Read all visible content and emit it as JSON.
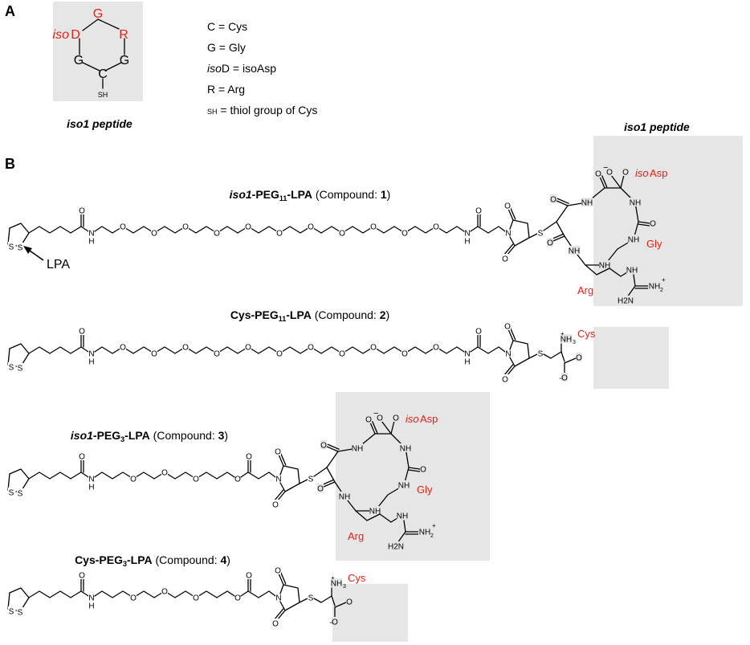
{
  "panel_a": {
    "letter": "A",
    "ring": {
      "top": "G",
      "upper_left_prefix": "iso",
      "upper_left": "D",
      "upper_right": "R",
      "lower_left": "G",
      "lower_right": "G",
      "bottom": "C",
      "sh": "SH"
    },
    "caption_italic": "iso1 peptide",
    "legend": [
      {
        "prefix": "",
        "text": "C = Cys"
      },
      {
        "prefix": "",
        "text": "G = Gly"
      },
      {
        "prefix": "iso",
        "text": "D = isoAsp"
      },
      {
        "prefix": "",
        "text": "R = Arg"
      },
      {
        "prefix": "SH",
        "text": " = thiol group of Cys"
      }
    ]
  },
  "panel_b": {
    "letter": "B",
    "iso1_header": "iso1 peptide",
    "lpa_label": "LPA",
    "compounds": [
      {
        "italic": "iso1",
        "bold": "-PEG",
        "sub": "11",
        "bold2": "-LPA",
        "rest": " (Compound: ",
        "num": "1",
        "close": ")"
      },
      {
        "italic": "",
        "bold": "Cys-PEG",
        "sub": "11",
        "bold2": "-LPA",
        "rest": " (Compound: ",
        "num": "2",
        "close": ")"
      },
      {
        "italic": "iso1",
        "bold": "-PEG",
        "sub": "3",
        "bold2": "-LPA",
        "rest": " (Compound: ",
        "num": "3",
        "close": ")"
      },
      {
        "italic": "",
        "bold": "Cys-PEG",
        "sub": "3",
        "bold2": "-LPA",
        "rest": " (Compound: ",
        "num": "4",
        "close": ")"
      }
    ],
    "residues": {
      "iso_prefix": "iso",
      "asp": "Asp",
      "gly": "Gly",
      "arg": "Arg",
      "cys": "Cys"
    },
    "atoms": {
      "S": "S",
      "H": "H",
      "N": "N",
      "O": "O",
      "NH": "NH",
      "NH3": "NH",
      "three": "3",
      "NH2": "NH",
      "two": "2",
      "H2N": "H",
      "N_suffix": "N",
      "plus": "+",
      "minus": "−"
    }
  }
}
